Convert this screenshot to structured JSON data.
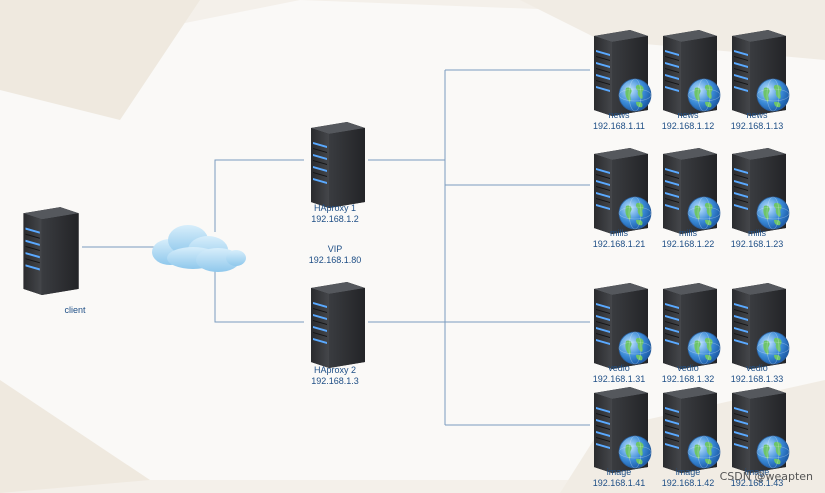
{
  "client": {
    "label": "client"
  },
  "vip": {
    "label": "VIP",
    "ip": "192.168.1.80"
  },
  "haproxy": [
    {
      "name": "HAproxy  1",
      "ip": "192.168.1.2"
    },
    {
      "name": "HAproxy  2",
      "ip": "192.168.1.3"
    }
  ],
  "groups": [
    {
      "servers": [
        {
          "name": "news",
          "ip": "192.168.1.11"
        },
        {
          "name": "news",
          "ip": "192.168.1.12"
        },
        {
          "name": "news",
          "ip": "192.168.1.13"
        }
      ]
    },
    {
      "servers": [
        {
          "name": "mills",
          "ip": "192.168.1.21"
        },
        {
          "name": "mills",
          "ip": "192.168.1.22"
        },
        {
          "name": "mills",
          "ip": "192.168.1.23"
        }
      ]
    },
    {
      "servers": [
        {
          "name": "vedio",
          "ip": "192.168.1.31"
        },
        {
          "name": "vedio",
          "ip": "192.168.1.32"
        },
        {
          "name": "vedio",
          "ip": "192.168.1.33"
        }
      ]
    },
    {
      "servers": [
        {
          "name": "image",
          "ip": "192.168.1.41"
        },
        {
          "name": "image",
          "ip": "192.168.1.42"
        },
        {
          "name": "image",
          "ip": "192.168.1.43"
        }
      ]
    }
  ],
  "watermark": "CSDN @weapten",
  "colors": {
    "line": "#7a9cbf",
    "label": "#1f4f86",
    "cloud": "#a9d6f2"
  }
}
